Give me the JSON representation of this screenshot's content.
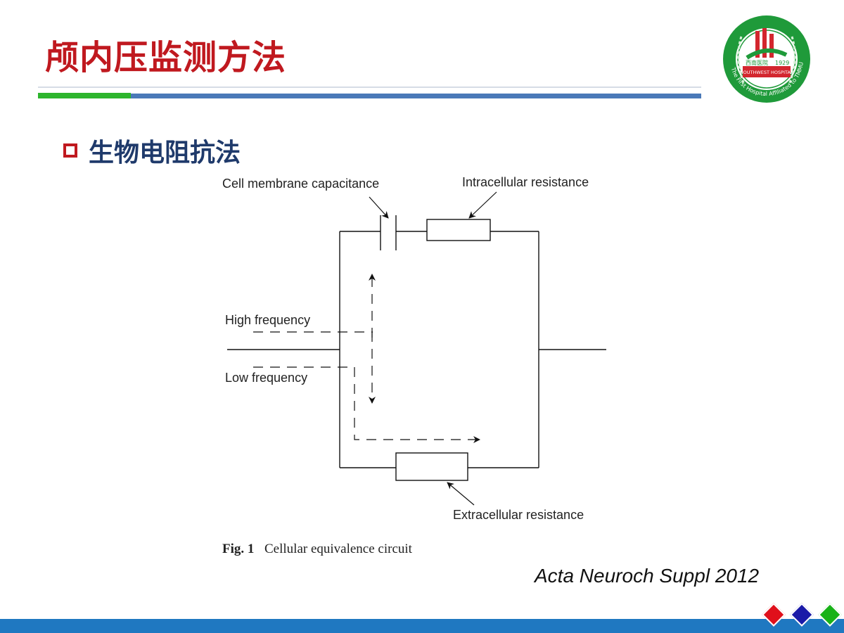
{
  "slide": {
    "title": "颅内压监测方法",
    "section_heading": "生物电阻抗法",
    "citation": "Acta Neuroch Suppl 2012"
  },
  "logo": {
    "name_cn": "西南医院",
    "year": "1929",
    "name_en": "SOUTHWEST HOSPITAL",
    "ring_text": "The First Hospital Affiliated to TMMU"
  },
  "figure": {
    "labels": {
      "capacitance": "Cell membrane capacitance",
      "intracellular": "Intracellular resistance",
      "extracellular": "Extracellular resistance",
      "high_frequency": "High frequency",
      "low_frequency": "Low frequency"
    },
    "caption_label": "Fig. 1",
    "caption_text": "Cellular equivalence circuit"
  },
  "colors": {
    "title_red": "#c0191f",
    "heading_blue": "#1f3a6b",
    "rule_green": "#2db52d",
    "rule_blue": "#4a79b8",
    "bottom_bar": "#1f78c1",
    "nav_red": "#e0101b",
    "nav_blue": "#1a1aa8",
    "nav_green": "#18b218"
  },
  "nav": {
    "items": [
      "nav-red-diamond",
      "nav-blue-diamond",
      "nav-green-diamond"
    ]
  }
}
